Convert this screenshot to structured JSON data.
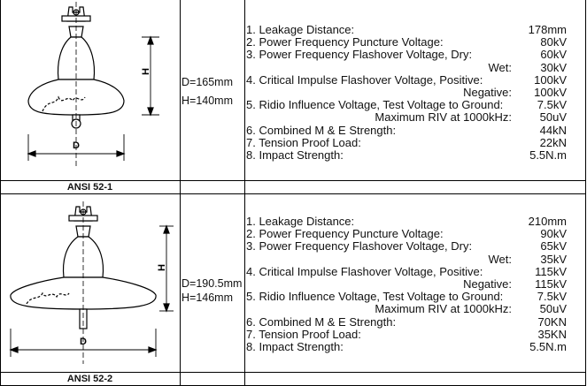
{
  "products": [
    {
      "caption": "ANSI 52-1",
      "dims": [
        "D=165mm",
        "H=140mm"
      ],
      "drawing_labels": {
        "height": "H",
        "diameter": "D"
      },
      "specs": [
        {
          "label": "1. Leakage Distance:",
          "value": "178mm"
        },
        {
          "label": "2. Power Frequency Puncture Voltage:",
          "value": "80kV"
        },
        {
          "label": "3. Power Frequency Flashover Voltage, Dry:",
          "value": "60kV"
        },
        {
          "label": "Wet:",
          "value": "30kV",
          "sub": true
        },
        {
          "label": "4. Critical Impulse Flashover Voltage, Positive:",
          "value": "100kV"
        },
        {
          "label": "Negative:",
          "value": "100kV",
          "sub": true
        },
        {
          "label": "5. Ridio Influence Voltage, Test Voltage to Ground:",
          "value": "7.5kV"
        },
        {
          "label": "Maximum RIV at 1000kHz:",
          "value": "50uV",
          "sub": true
        },
        {
          "label": "6. Combined M & E Strength:",
          "value": "44kN"
        },
        {
          "label": "7. Tension Proof Load:",
          "value": "22kN"
        },
        {
          "label": "8. Impact Strength:",
          "value": "5.5N.m"
        }
      ]
    },
    {
      "caption": "ANSI 52-2",
      "dims": [
        "D=190.5mm",
        "H=146mm"
      ],
      "drawing_labels": {
        "height": "H",
        "diameter": "D"
      },
      "specs": [
        {
          "label": "1. Leakage Distance:",
          "value": "210mm"
        },
        {
          "label": "2. Power Frequency Puncture Voltage:",
          "value": "90kV"
        },
        {
          "label": "3. Power Frequency Flashover Voltage, Dry:",
          "value": "65kV"
        },
        {
          "label": "Wet:",
          "value": "35kV",
          "sub": true
        },
        {
          "label": "4. Critical Impulse Flashover Voltage, Positive:",
          "value": "115kV"
        },
        {
          "label": "Negative:",
          "value": "115kV",
          "sub": true
        },
        {
          "label": "5. Ridio Influence Voltage, Test Voltage to Ground:",
          "value": "7.5kV"
        },
        {
          "label": "Maximum RIV at 1000kHz:",
          "value": "50uV",
          "sub": true
        },
        {
          "label": "6. Combined M & E Strength:",
          "value": "70KN"
        },
        {
          "label": "7. Tension Proof Load:",
          "value": "35KN"
        },
        {
          "label": "8. Impact Strength:",
          "value": "5.5N.m"
        }
      ]
    }
  ]
}
